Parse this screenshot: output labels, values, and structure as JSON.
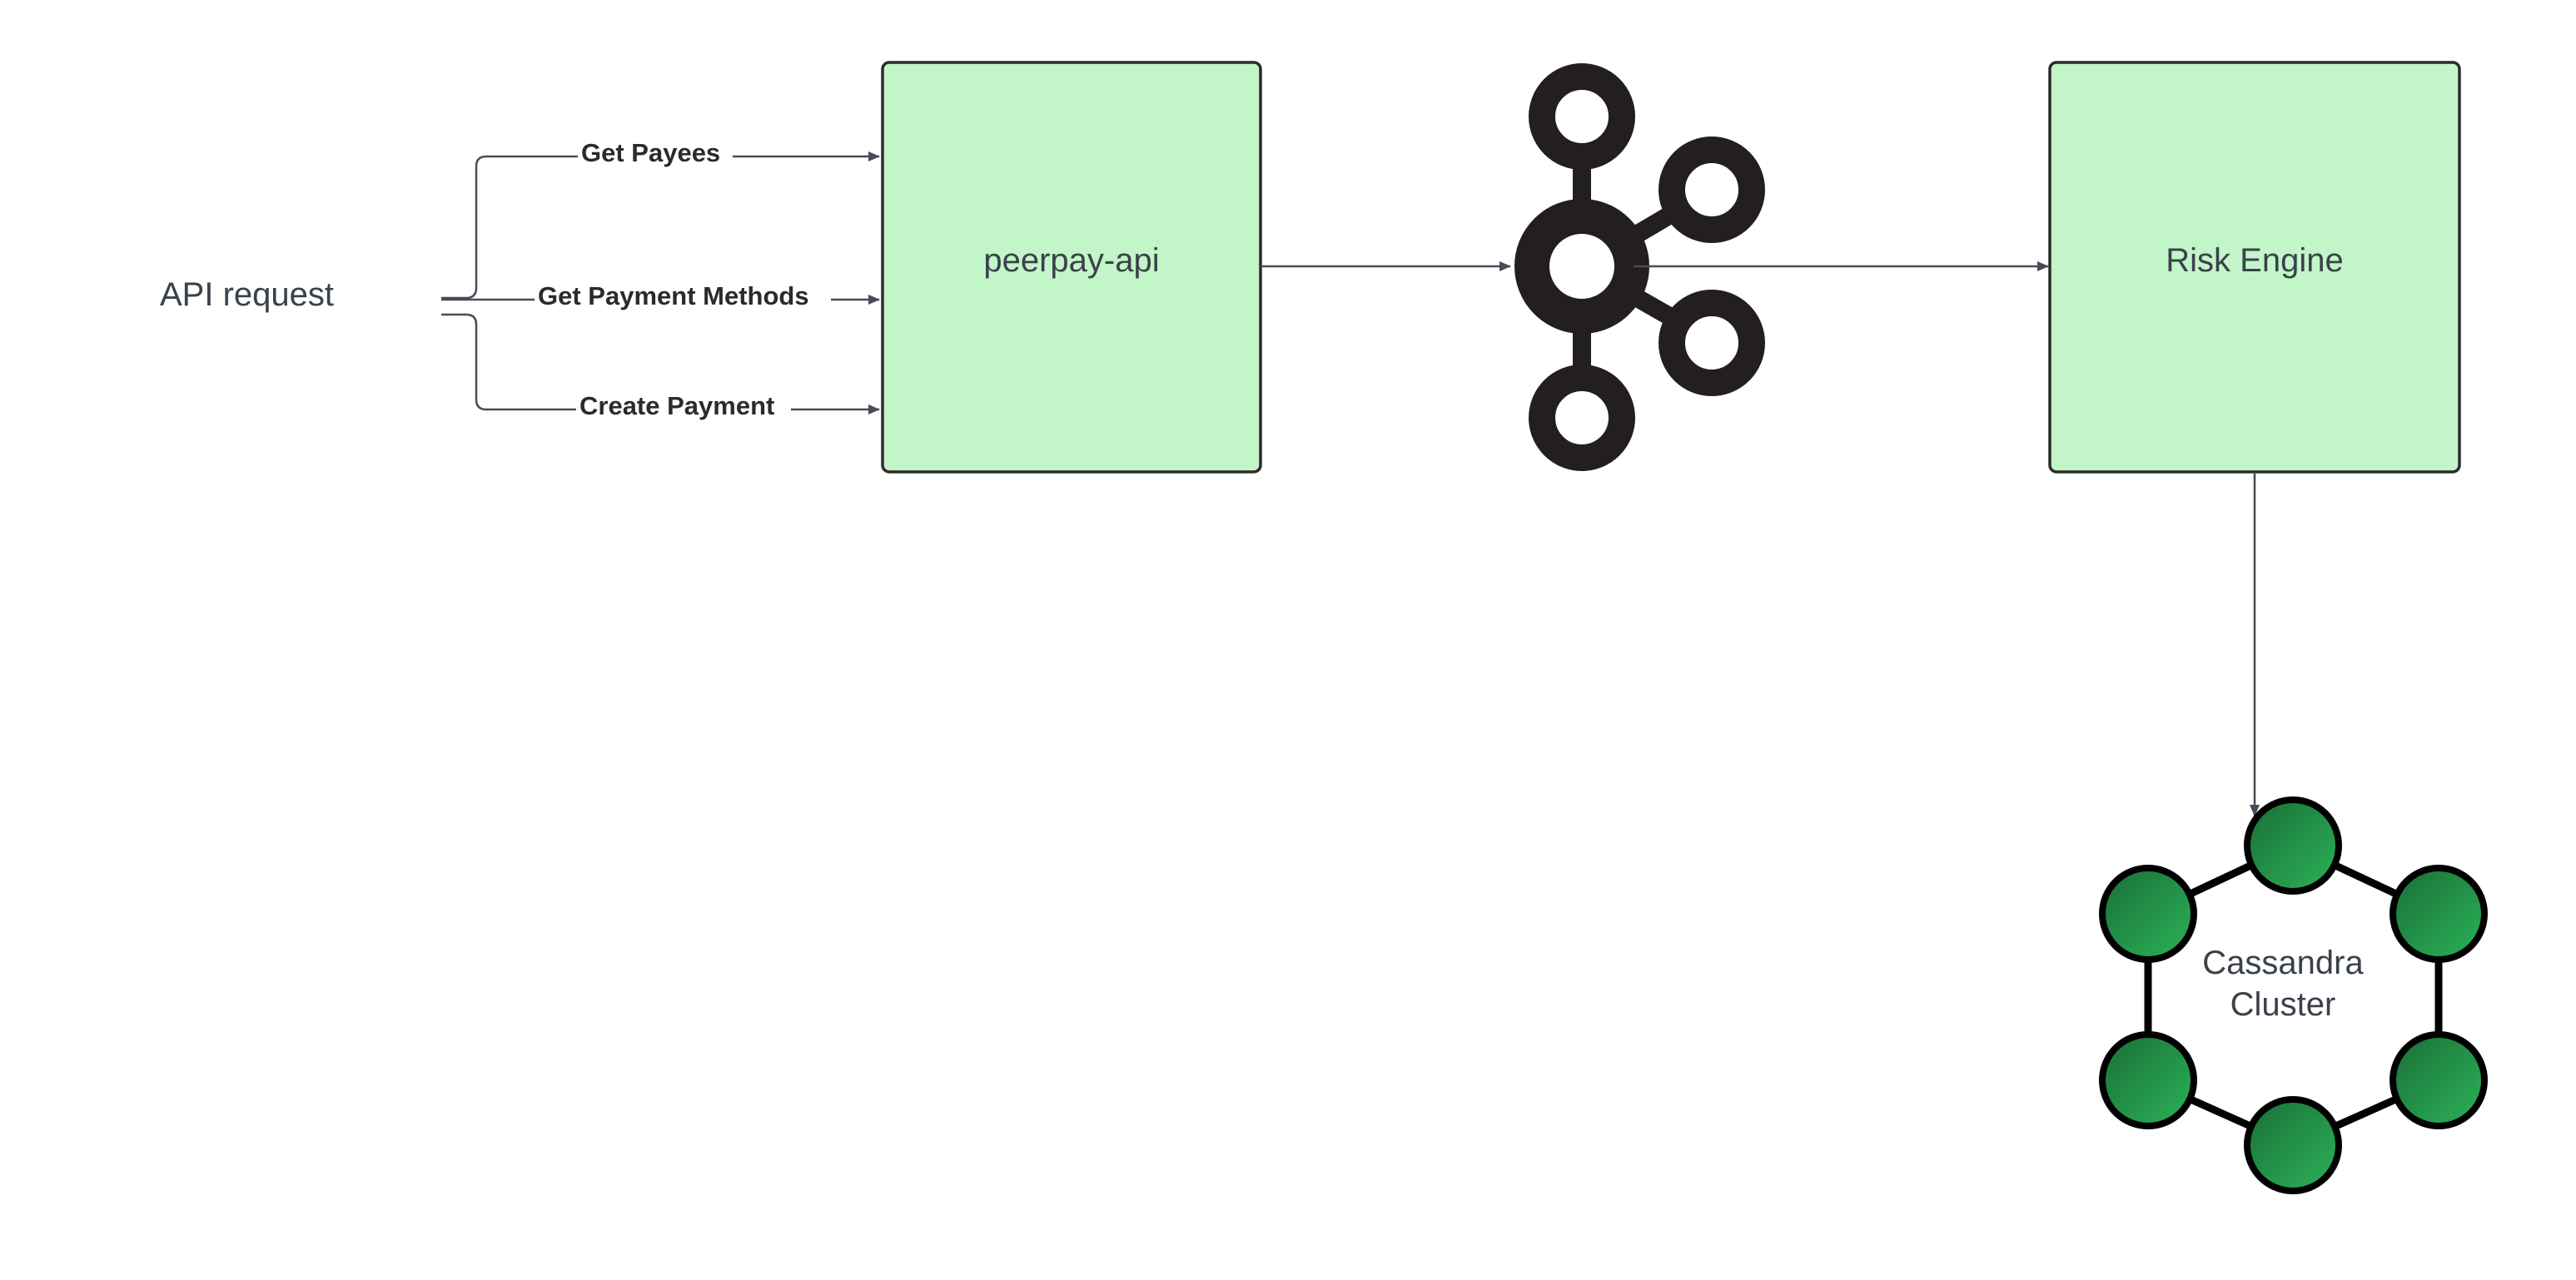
{
  "diagram": {
    "input_label": "API request",
    "edges": {
      "get_payees": "Get Payees",
      "get_payment_methods": "Get Payment Methods",
      "create_payment": "Create Payment"
    },
    "nodes": {
      "peerpay_api": "peerpay-api",
      "kafka": "kafka-icon",
      "risk_engine": "Risk Engine",
      "cassandra_line1": "Cassandra",
      "cassandra_line2": "Cluster"
    },
    "colors": {
      "box_fill": "#c2f5c7",
      "box_stroke": "#2b2b2b",
      "arrow": "#474d57",
      "kafka": "#231f20",
      "cassandra_node": "#22994a"
    }
  }
}
